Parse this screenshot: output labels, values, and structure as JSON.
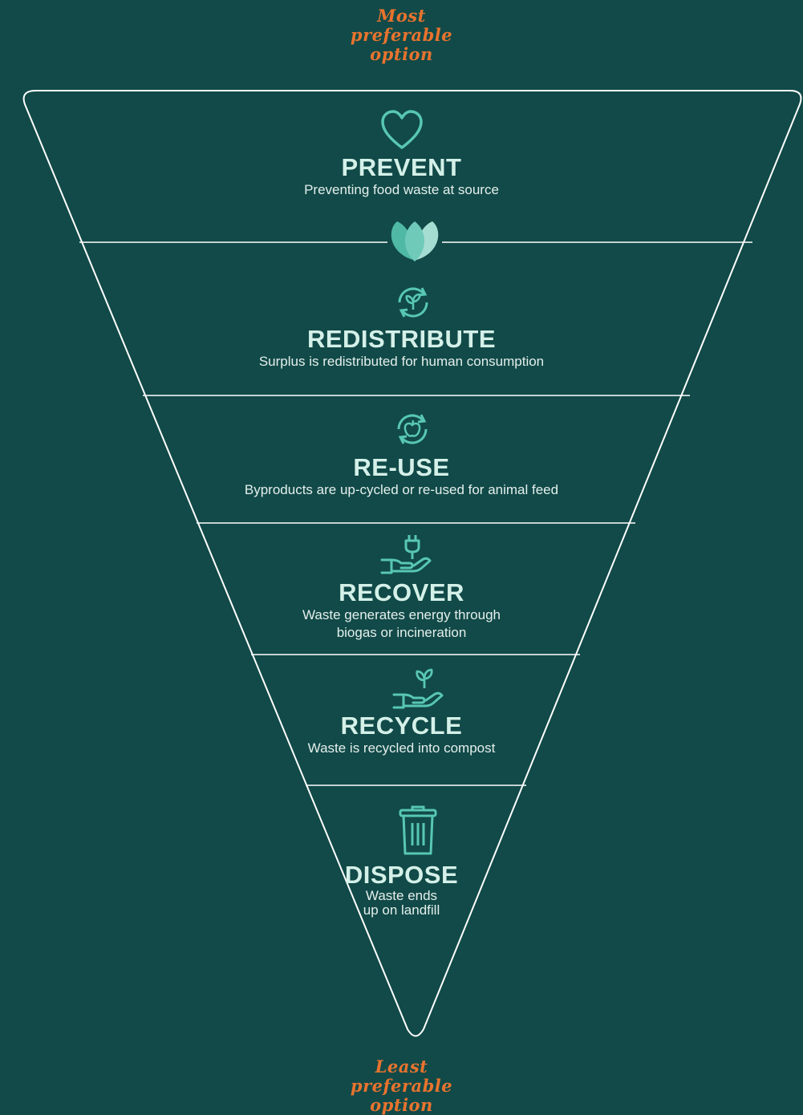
{
  "colors": {
    "background": "#114a48",
    "line": "#ffffff",
    "title": "#d4f0e8",
    "text": "#e4efec",
    "icon": "#58c7b4",
    "accent_label": "#e8732e"
  },
  "top_label": {
    "lines": [
      "Most",
      "preferable",
      "option"
    ]
  },
  "bottom_label": {
    "lines": [
      "Least",
      "preferable",
      "option"
    ]
  },
  "tiers": [
    {
      "icon": "heart-icon",
      "title": "PREVENT",
      "description": [
        "Preventing food waste at source"
      ]
    },
    {
      "icon": "recycle-sprout-icon",
      "title": "REDISTRIBUTE",
      "description": [
        "Surplus is redistributed for human consumption"
      ]
    },
    {
      "icon": "recycle-apple-icon",
      "title": "RE-USE",
      "description": [
        "Byproducts are up-cycled or re-used for animal feed"
      ]
    },
    {
      "icon": "hand-plug-icon",
      "title": "RECOVER",
      "description": [
        "Waste generates energy through",
        "biogas or incineration"
      ]
    },
    {
      "icon": "hand-sprout-icon",
      "title": "RECYCLE",
      "description": [
        "Waste is recycled into compost"
      ]
    },
    {
      "icon": "trash-bin-icon",
      "title": "DISPOSE",
      "description": [
        "Waste ends",
        "up on landfill"
      ]
    }
  ],
  "divider_emblem": {
    "icon": "leaf-logo-icon"
  }
}
